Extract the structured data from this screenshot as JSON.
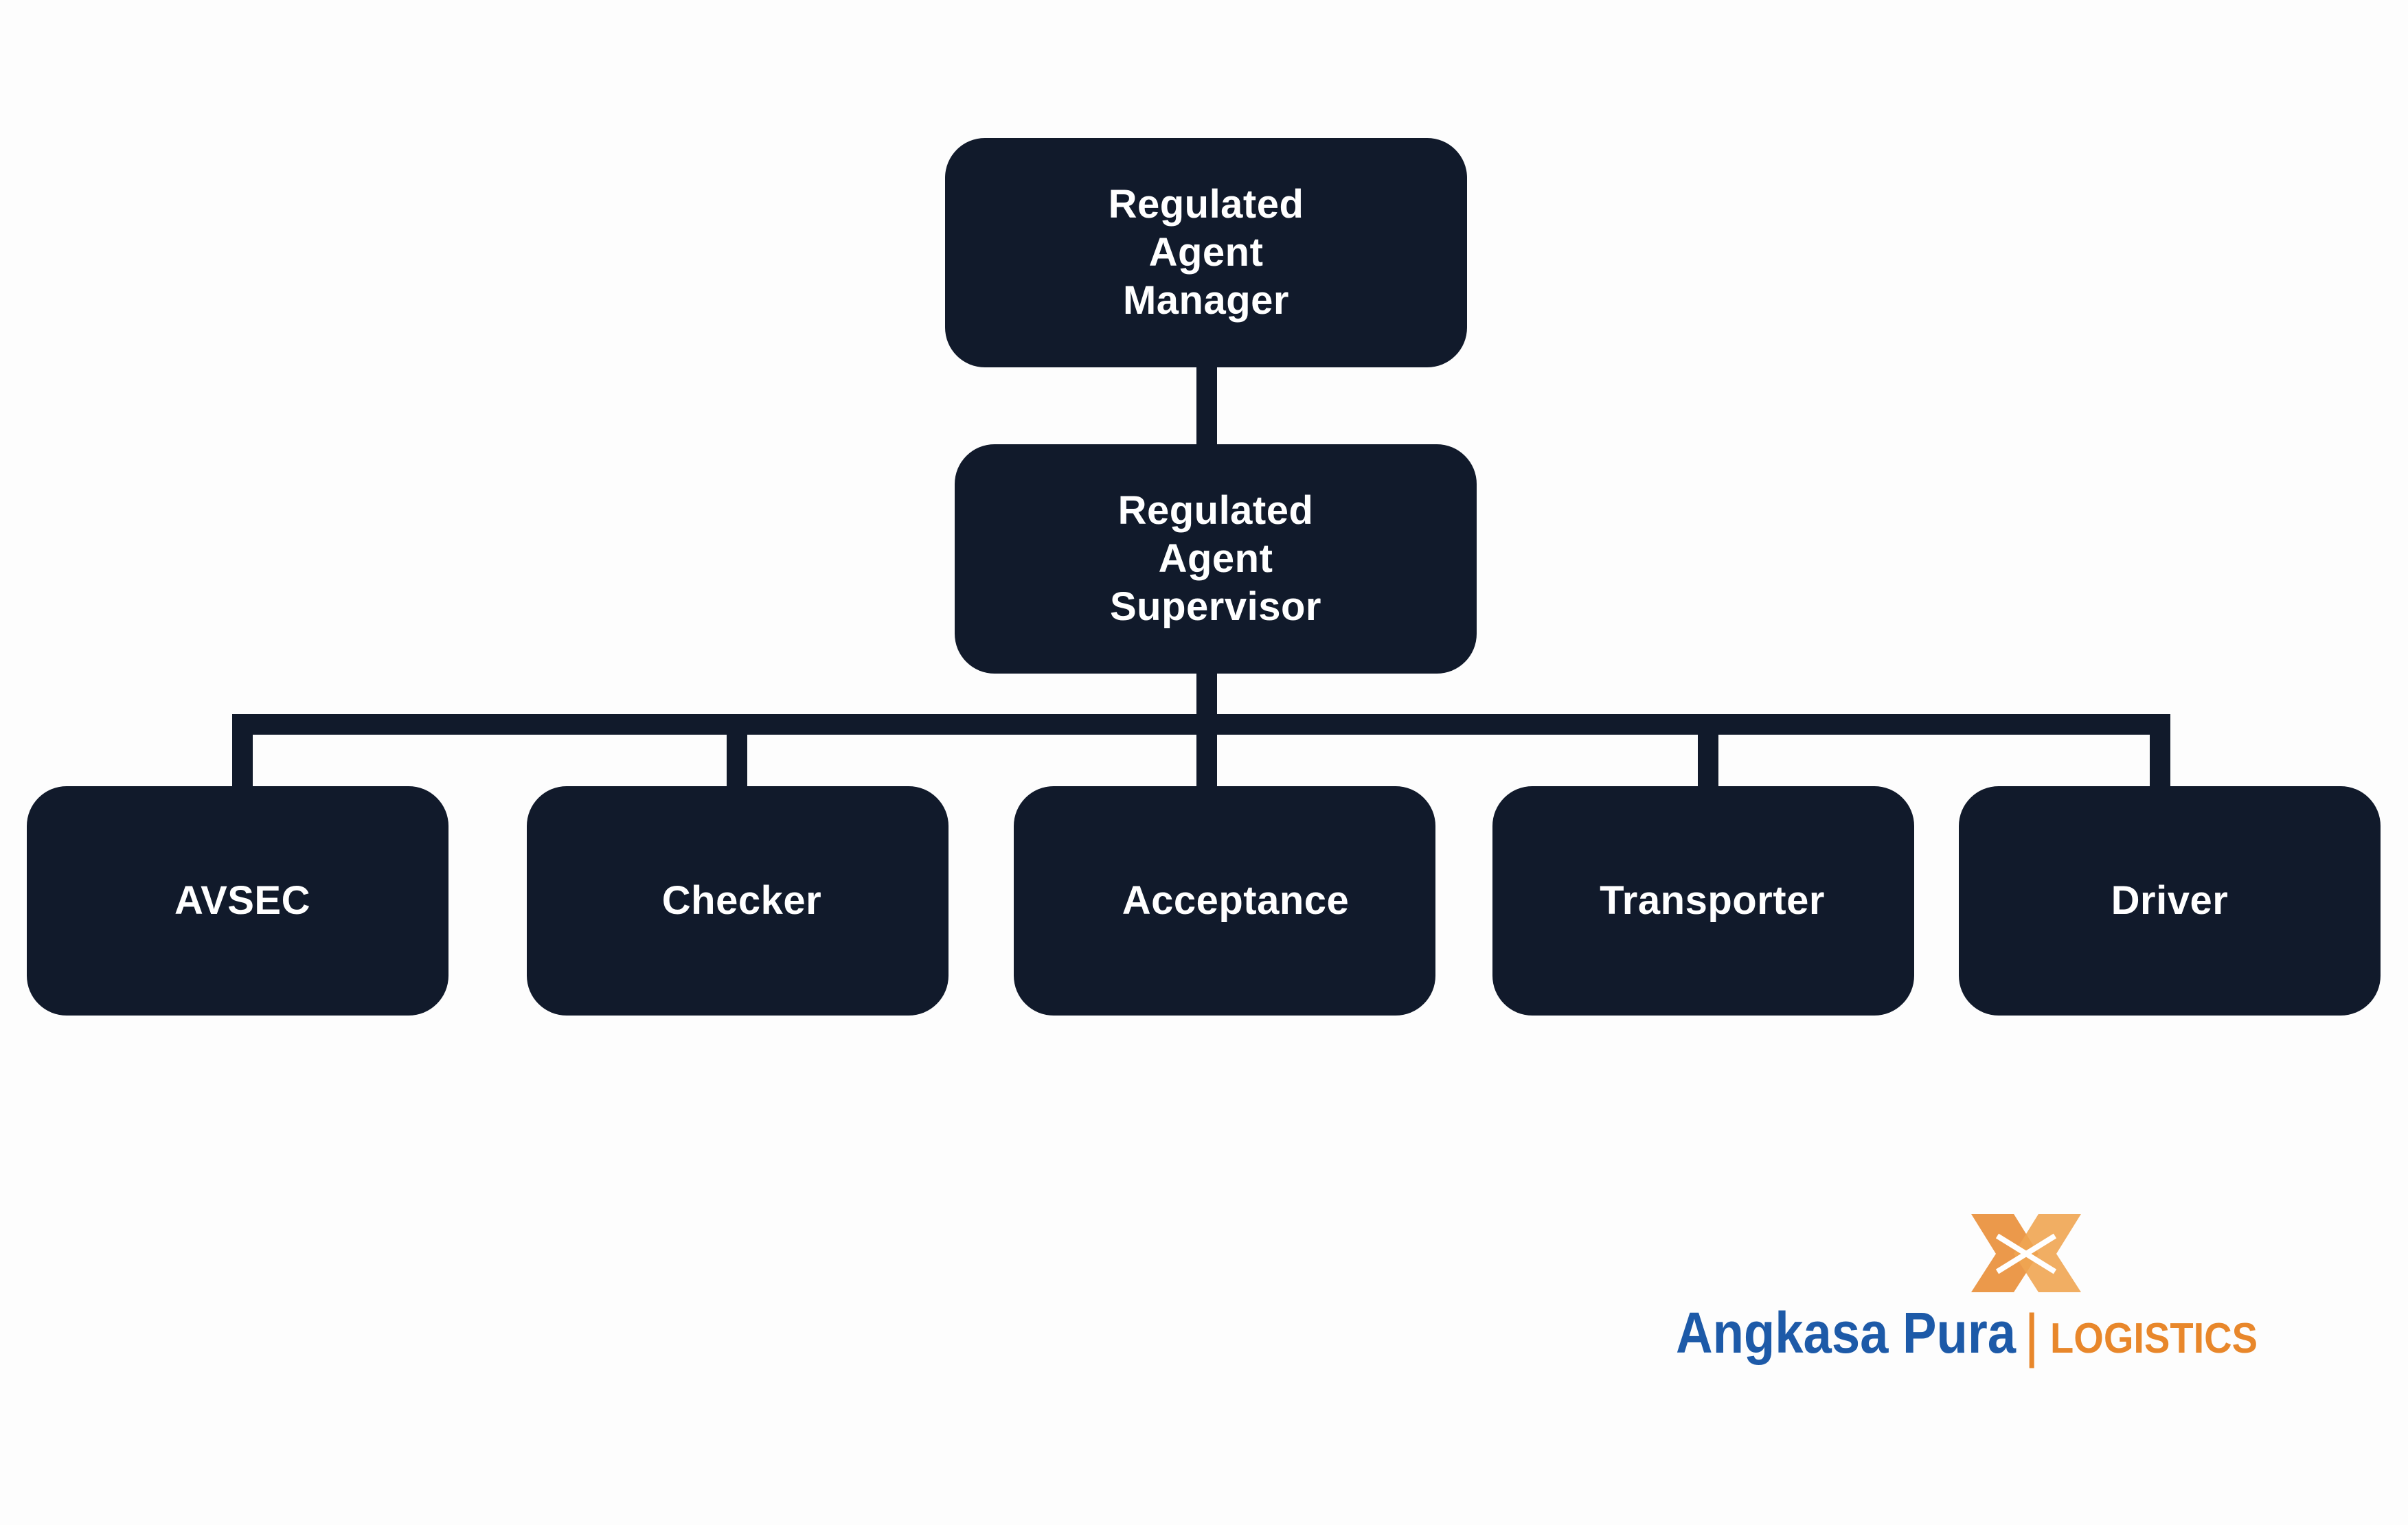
{
  "diagram": {
    "type": "org-chart",
    "root": {
      "label": "Regulated\nAgent\nManager"
    },
    "supervisor": {
      "label": "Regulated\nAgent\nSupervisor"
    },
    "leaves": [
      {
        "label": "AVSEC"
      },
      {
        "label": "Checker"
      },
      {
        "label": "Acceptance"
      },
      {
        "label": "Transporter"
      },
      {
        "label": "Driver"
      }
    ],
    "colors": {
      "node_fill": "#111a2b",
      "node_text": "#ffffff",
      "connector": "#111a2b",
      "background": "#fdfdfd"
    }
  },
  "logo": {
    "brand_primary": "Angkasa Pura",
    "separator": "|",
    "brand_secondary": "LOGISTICS",
    "colors": {
      "primary_text": "#1d5aa8",
      "secondary_text": "#e8872b",
      "mark": "#e8872b"
    }
  }
}
